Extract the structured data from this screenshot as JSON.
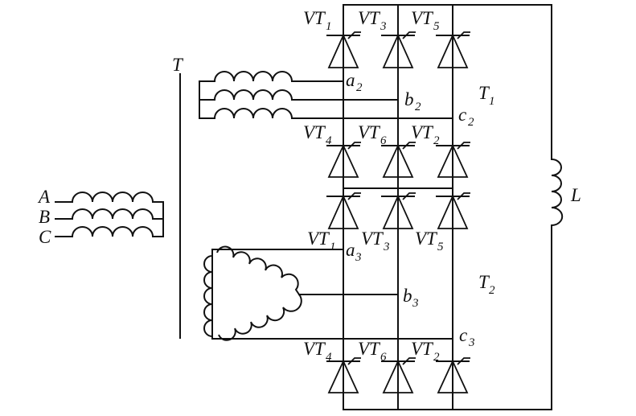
{
  "transformer": {
    "label": "T",
    "primary": [
      "A",
      "B",
      "C"
    ]
  },
  "bridge1": {
    "label": "T",
    "label_sub": "1",
    "thyristors": [
      {
        "name": "VT",
        "sub": "1"
      },
      {
        "name": "VT",
        "sub": "3"
      },
      {
        "name": "VT",
        "sub": "5"
      },
      {
        "name": "VT",
        "sub": "4"
      },
      {
        "name": "VT",
        "sub": "6"
      },
      {
        "name": "VT",
        "sub": "2"
      }
    ],
    "nodes": [
      {
        "name": "a",
        "sub": "2"
      },
      {
        "name": "b",
        "sub": "2"
      },
      {
        "name": "c",
        "sub": "2"
      }
    ]
  },
  "bridge2": {
    "label": "T",
    "label_sub": "2",
    "thyristors": [
      {
        "name": "VT",
        "sub": "1"
      },
      {
        "name": "VT",
        "sub": "3"
      },
      {
        "name": "VT",
        "sub": "5"
      },
      {
        "name": "VT",
        "sub": "4"
      },
      {
        "name": "VT",
        "sub": "6"
      },
      {
        "name": "VT",
        "sub": "2"
      }
    ],
    "nodes": [
      {
        "name": "a",
        "sub": "3"
      },
      {
        "name": "b",
        "sub": "3"
      },
      {
        "name": "c",
        "sub": "3"
      }
    ]
  },
  "inductor": {
    "label": "L"
  }
}
